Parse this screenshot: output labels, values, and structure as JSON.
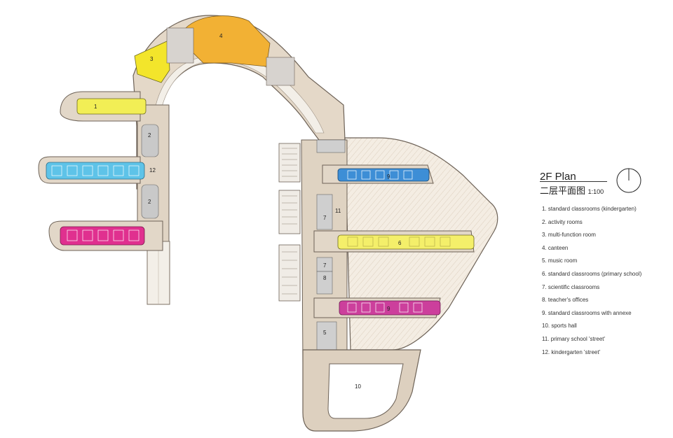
{
  "legend": {
    "title": "2F Plan",
    "subtitle": "二层平面图",
    "scale": "1:100",
    "items": [
      "1. standard classrooms (kindergarten)",
      "2. activity rooms",
      "3.  multi-function room",
      "4. canteen",
      "5. music room",
      "6. standard classrooms (primary school)",
      "7. scientific classrooms",
      "8. teacher's offices",
      "9. standard classrooms with annexe",
      "10. sports hall",
      "11. primary school 'street'",
      "12. kindergarten 'street'"
    ]
  },
  "rooms": {
    "r1": "1",
    "r2a": "2",
    "r2b": "2",
    "r3": "3",
    "r4": "4",
    "r5": "5",
    "r6": "6",
    "r7a": "7",
    "r7b": "7",
    "r8": "8",
    "r9a": "9",
    "r9b": "9",
    "r10": "10",
    "r11": "11",
    "r12": "12"
  },
  "colors": {
    "corridor": "#dcd0c0",
    "walkway": "#f1ede6",
    "kindergarten_yellow": "#f2ee55",
    "primary_yellow": "#f4ef6a",
    "cyan": "#5ec3e8",
    "magenta": "#e0308f",
    "blue": "#3d8ed6",
    "orange": "#f2b134",
    "multi_function_yellow": "#f3e52b",
    "pink_violet": "#cc3f9c",
    "grey_room": "#c9c9c9",
    "hatch_area": "#f3ece2"
  }
}
